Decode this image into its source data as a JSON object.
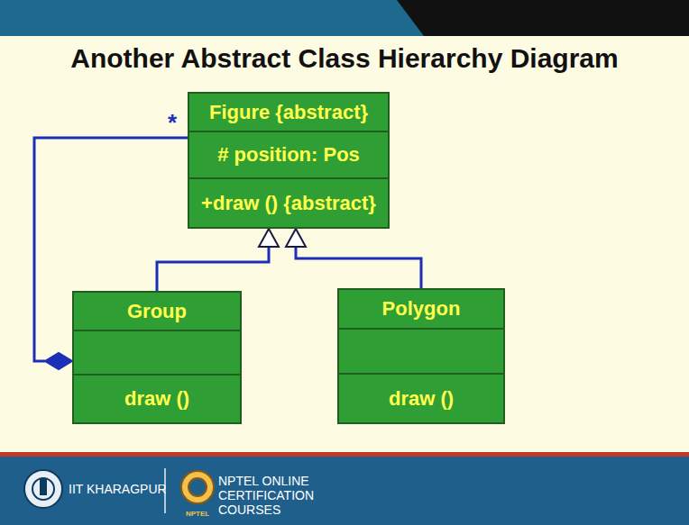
{
  "diagram": {
    "title": "Another Abstract Class Hierarchy Diagram",
    "nodes": [
      {
        "text": [
          "Figure {abstract}",
          "# position: Pos",
          "+draw () {abstract}"
        ]
      },
      {
        "text": [
          "Group",
          "draw ()"
        ]
      },
      {
        "text": [
          "Polygon",
          "draw ()"
        ]
      }
    ],
    "edges": [
      {
        "from": 0,
        "to": 1,
        "arrow": "to"
      },
      {
        "from": 1,
        "to": 0,
        "arrow": "to"
      },
      {
        "from": 2,
        "to": 0,
        "arrow": "to"
      }
    ],
    "labels": [
      "*",
      "IIT KHARAGPUR",
      "NPTEL ONLINE CERTIFICATION COURSES",
      "NPTEL"
    ]
  }
}
